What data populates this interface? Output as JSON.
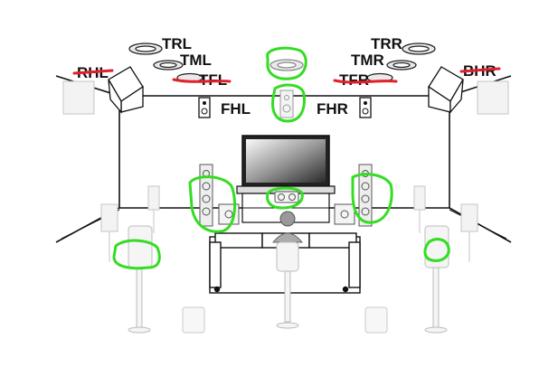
{
  "labels": {
    "trl": "TRL",
    "tml": "TML",
    "tfl": "TFL",
    "rhl": "RHL",
    "trr": "TRR",
    "tmr": "TMR",
    "tfr": "TFR",
    "bhr": "BHR",
    "fhl": "FHL",
    "fhr": "FHR"
  },
  "colors": {
    "highlight": "#33dd22",
    "strike": "#e0202a",
    "line": "#111111",
    "faded": "#c8c8c8",
    "faded_fill": "#f3f3f3"
  }
}
